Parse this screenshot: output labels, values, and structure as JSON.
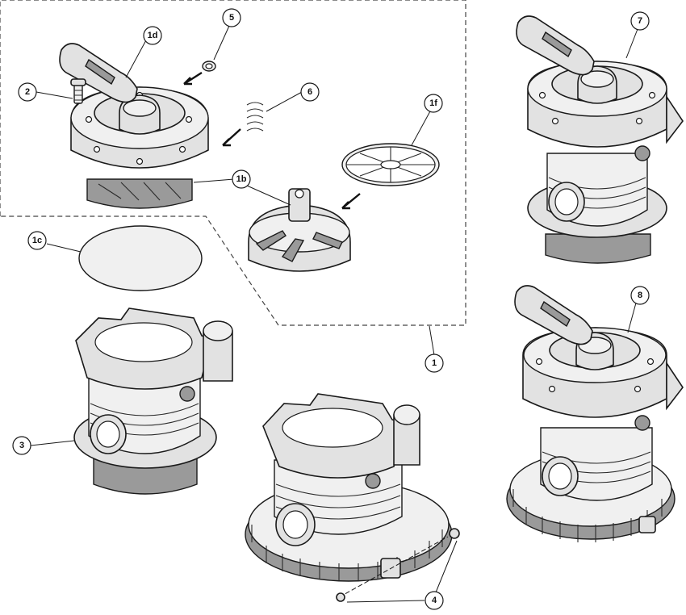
{
  "callouts": {
    "c2": "2",
    "c1d": "1d",
    "c5": "5",
    "c6": "6",
    "c1f": "1f",
    "c1b": "1b",
    "c1c": "1c",
    "c1": "1",
    "c3": "3",
    "c4": "4",
    "c7": "7",
    "c8": "8"
  }
}
